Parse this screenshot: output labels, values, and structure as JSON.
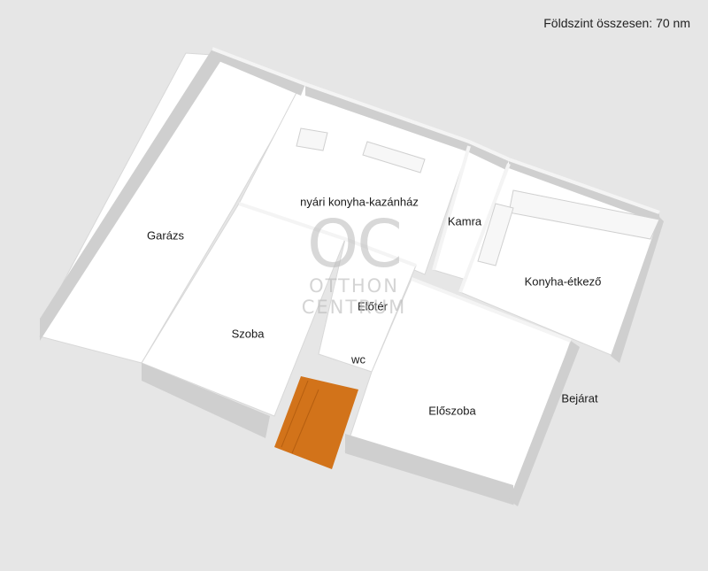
{
  "header": {
    "total_area": "Földszint összesen: 70 nm"
  },
  "rooms": {
    "garazs": "Garázs",
    "nyari_konyha": "nyári konyha-kazánház",
    "kamra": "Kamra",
    "konyha_etkezo": "Konyha-étkező",
    "szoba": "Szoba",
    "eloter": "Előtér",
    "wc": "wc",
    "eloszoba": "Előszoba",
    "bejarat": "Bejárat"
  },
  "watermark": {
    "logo": "OC",
    "line1": "OTTHON",
    "line2": "CENTRUM"
  },
  "colors": {
    "floor": "#ffffff",
    "wall_top": "#f2f2f2",
    "wall_side": "#cfcfcf",
    "stair": "#d2731a",
    "background": "#e6e6e6"
  }
}
